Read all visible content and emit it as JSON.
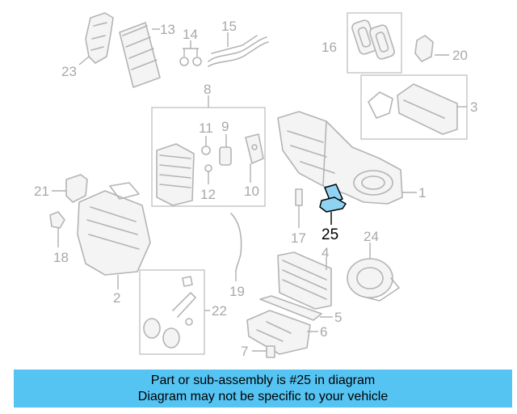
{
  "diagram": {
    "callouts": [
      "1",
      "2",
      "3",
      "4",
      "5",
      "6",
      "7",
      "8",
      "9",
      "10",
      "11",
      "12",
      "13",
      "14",
      "15",
      "16",
      "17",
      "18",
      "19",
      "20",
      "21",
      "22",
      "23",
      "24"
    ],
    "highlighted_callout": "25",
    "colors": {
      "highlight_fill": "#8ed4f2",
      "highlight_stroke": "#000000",
      "part_stroke": "#b4b4b4",
      "label": "#a8a8a8"
    }
  },
  "banner": {
    "line1": "Part or sub-assembly is #25 in diagram",
    "line2": "Diagram may not be specific to your vehicle",
    "color": "#55c4f3"
  }
}
